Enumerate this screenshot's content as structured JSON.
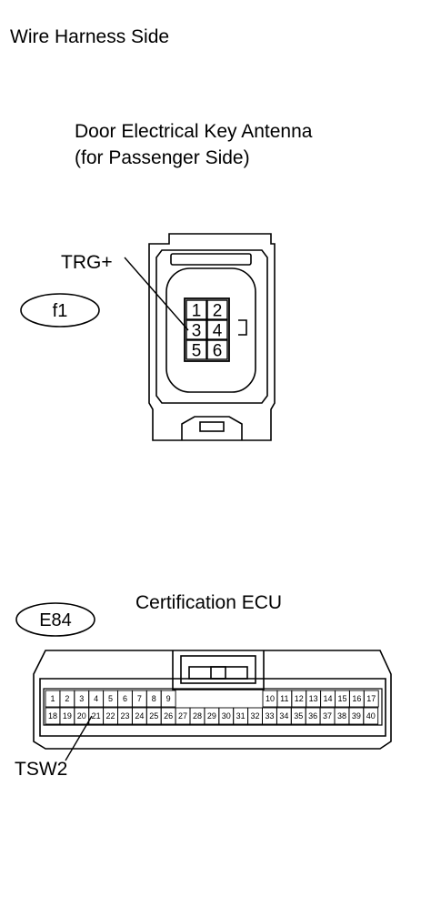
{
  "heading": "Wire Harness Side",
  "connector1": {
    "title_line1": "Door Electrical Key Antenna",
    "title_line2": "(for Passenger Side)",
    "code": "f1",
    "pins": [
      "1",
      "2",
      "3",
      "4",
      "5",
      "6"
    ],
    "pin_label": "TRG+"
  },
  "connector2": {
    "title": "Certification ECU",
    "code": "E84",
    "row1_left": [
      "1",
      "2",
      "3",
      "4",
      "5",
      "6",
      "7",
      "8",
      "9"
    ],
    "row1_right": [
      "10",
      "11",
      "12",
      "13",
      "14",
      "15",
      "16",
      "17"
    ],
    "row2": [
      "18",
      "19",
      "20",
      "21",
      "22",
      "23",
      "24",
      "25",
      "26",
      "27",
      "28",
      "29",
      "30",
      "31",
      "32",
      "33",
      "34",
      "35",
      "36",
      "37",
      "38",
      "39",
      "40"
    ],
    "pin_label": "TSW2"
  }
}
